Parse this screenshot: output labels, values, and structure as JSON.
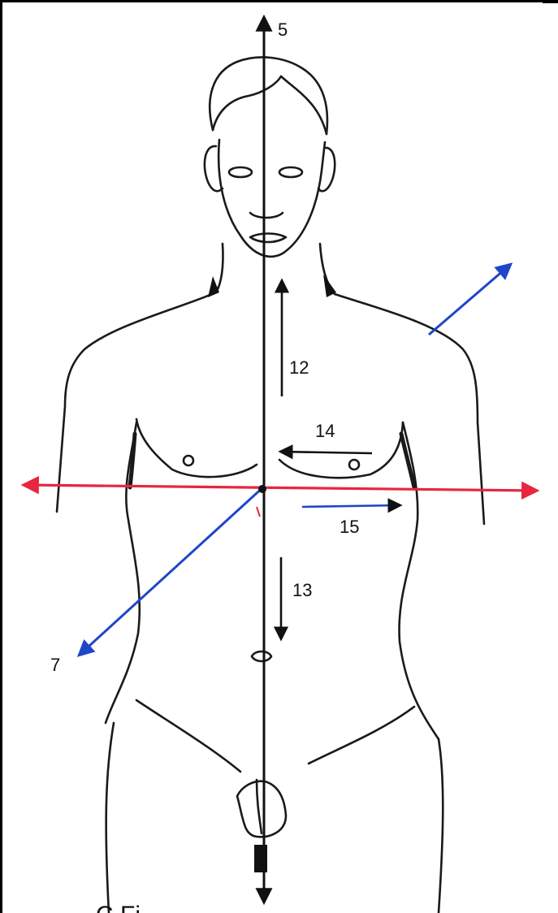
{
  "diagram": {
    "colors": {
      "outline": "#1a1a1a",
      "axis_vertical": "#111111",
      "axis_horizontal": "#e8263f",
      "axis_oblique": "#1f45c8",
      "small_arrow": "#111111"
    },
    "labels": {
      "vertical_axis": "5",
      "oblique_axis": "7",
      "upward_arrow": "12",
      "downward_arrow": "13",
      "leftward_arrow": "14",
      "rightward_arrow": "15"
    },
    "caption_partial": "C  Fi"
  }
}
